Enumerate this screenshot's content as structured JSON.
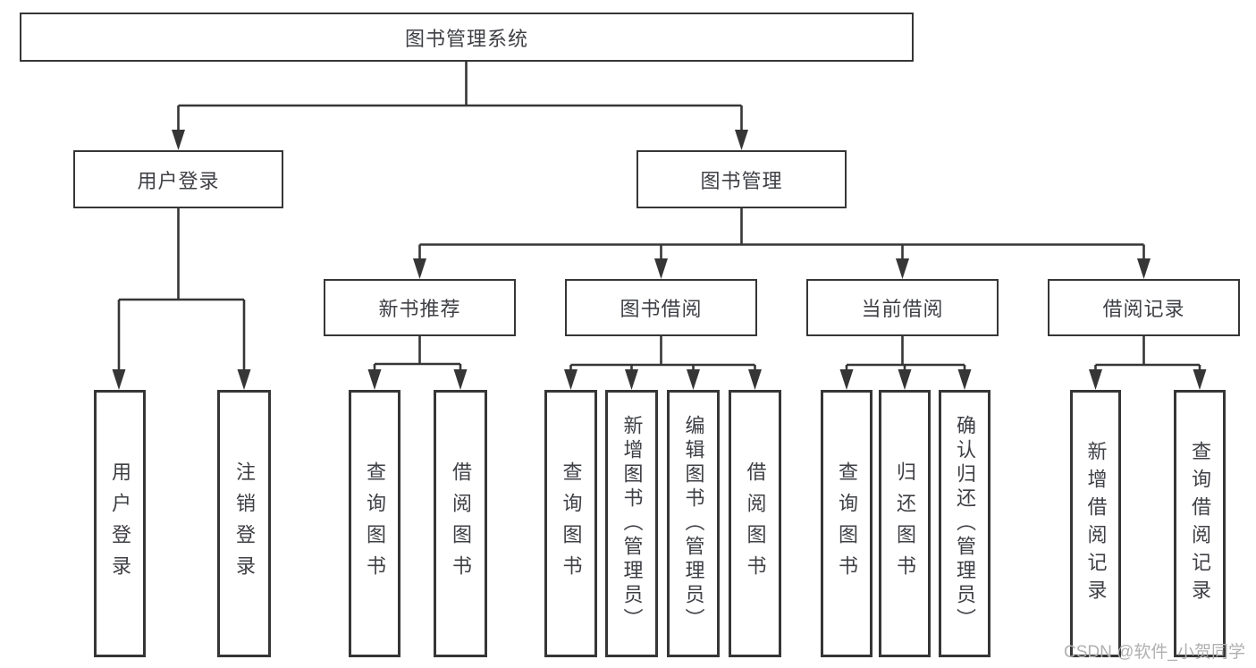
{
  "diagram": {
    "type": "hierarchy-tree",
    "tree": {
      "label": "图书管理系统",
      "children": [
        {
          "label": "用户登录",
          "children": [
            {
              "label": "用户登录"
            },
            {
              "label": "注销登录"
            }
          ]
        },
        {
          "label": "图书管理",
          "children": [
            {
              "label": "新书推荐",
              "children": [
                {
                  "label": "查询图书"
                },
                {
                  "label": "借阅图书"
                }
              ]
            },
            {
              "label": "图书借阅",
              "children": [
                {
                  "label": "查询图书"
                },
                {
                  "label": "新增图书（管理员）"
                },
                {
                  "label": "编辑图书（管理员）"
                },
                {
                  "label": "借阅图书"
                }
              ]
            },
            {
              "label": "当前借阅",
              "children": [
                {
                  "label": "查询图书"
                },
                {
                  "label": "归还图书"
                },
                {
                  "label": "确认归还（管理员）"
                }
              ]
            },
            {
              "label": "借阅记录",
              "children": [
                {
                  "label": "新增借阅记录"
                },
                {
                  "label": "查询借阅记录"
                }
              ]
            }
          ]
        }
      ]
    },
    "colors": {
      "line": "#363636",
      "box_border": "#363636",
      "text": "#3f4045",
      "watermark": "#b0b0b0",
      "background": "#ffffff"
    }
  },
  "watermark": {
    "text": "CSDN @软件_小贺同学"
  }
}
